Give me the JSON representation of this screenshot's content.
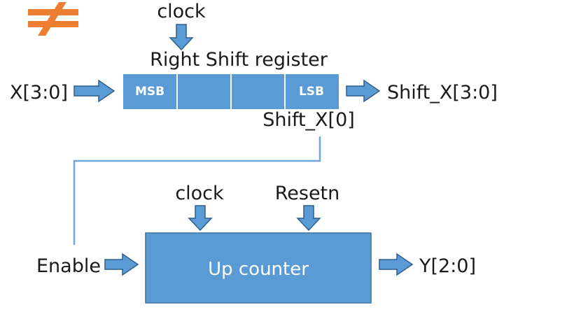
{
  "diagram": {
    "logo_icon": "not-equal-icon",
    "colors": {
      "block_fill": "#5b9bd5",
      "block_stroke": "#41719c",
      "arrow_fill": "#5b9bd5",
      "arrow_stroke": "#2e5f8a",
      "wire": "#6fa5d8",
      "logo": "#ed7d31",
      "text": "#1a1a1a"
    },
    "shift_register": {
      "clock_label": "clock",
      "title": "Right Shift register",
      "input_label": "X[3:0]",
      "output_label": "Shift_X[3:0]",
      "lsb_output_label": "Shift_X[0]",
      "cells": [
        "MSB",
        "",
        "",
        "LSB"
      ]
    },
    "counter": {
      "title": "Up counter",
      "clock_label": "clock",
      "reset_label": "Resetn",
      "enable_label": "Enable",
      "output_label": "Y[2:0]"
    }
  }
}
